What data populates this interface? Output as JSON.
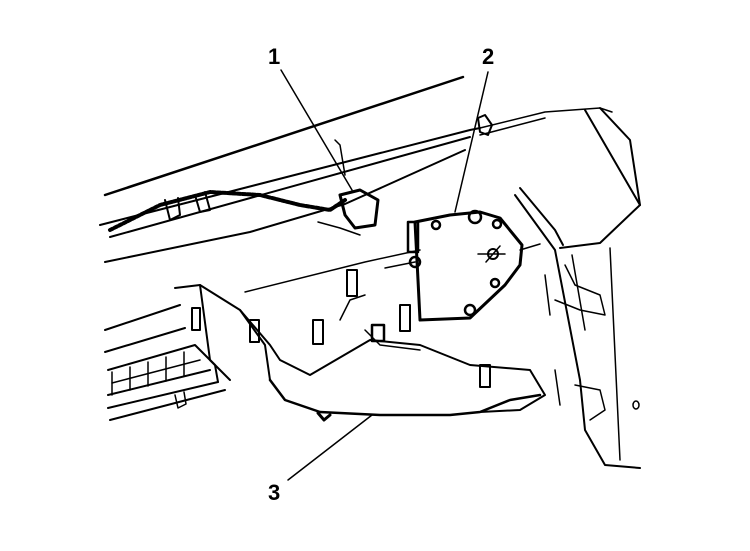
{
  "diagram": {
    "type": "exploded-line-drawing",
    "background": "#ffffff",
    "ink": "#000000",
    "callouts": [
      {
        "number": "1",
        "target": "wiring harness connector"
      },
      {
        "number": "2",
        "target": "actuator module"
      },
      {
        "number": "3",
        "target": "housing assembly"
      }
    ]
  }
}
